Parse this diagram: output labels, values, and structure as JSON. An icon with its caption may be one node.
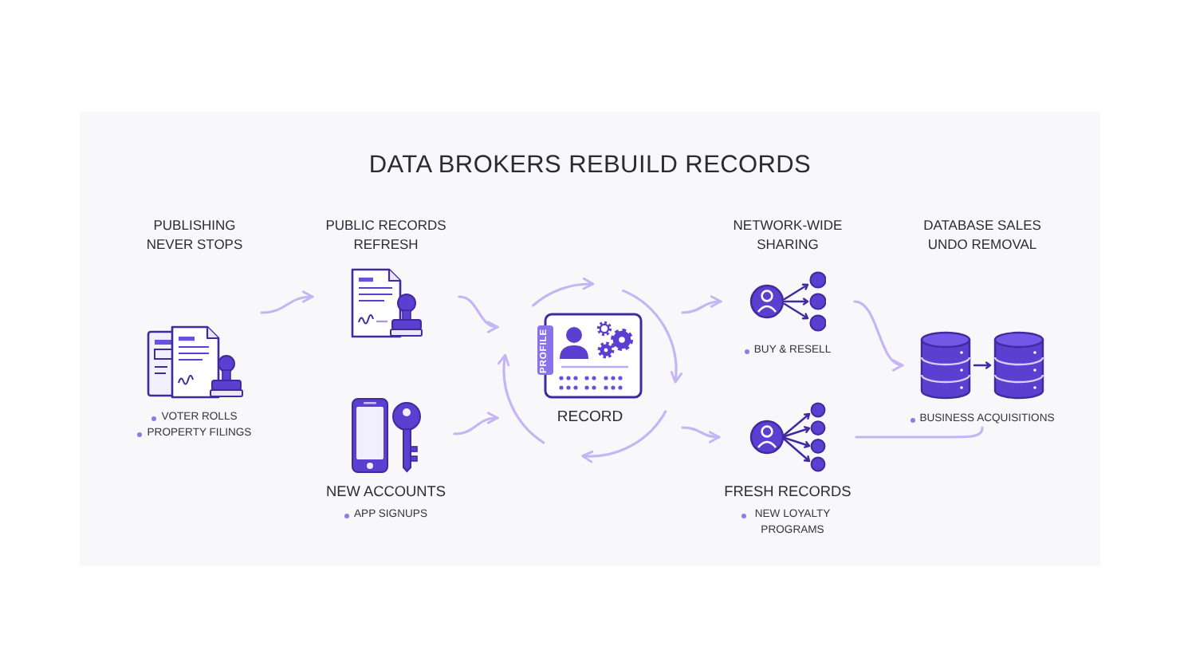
{
  "diagram": {
    "title": "DATA BROKERS REBUILD RECORDS",
    "nodes": [
      {
        "text": [
          "PUBLISHING NEVER STOPS",
          "VOTER ROLLS",
          "PROPERTY FILINGS"
        ]
      },
      {
        "text": [
          "PUBLIC RECORDS REFRESH"
        ]
      },
      {
        "text": [
          "NEW ACCOUNTS",
          "APP SIGNUPS"
        ]
      },
      {
        "text": [
          "PROFILE",
          "RECORD"
        ]
      },
      {
        "text": [
          "NETWORK-WIDE SHARING",
          "BUY & RESELL"
        ]
      },
      {
        "text": [
          "FRESH RECORDS",
          "NEW LOYALTY PROGRAMS"
        ]
      },
      {
        "text": [
          "DATABASE SALES UNDO REMOVAL",
          "BUSINESS ACQUISITIONS"
        ]
      }
    ],
    "edges": [
      {
        "from": 0,
        "to": 1,
        "arrow": "to"
      },
      {
        "from": 1,
        "to": 3,
        "arrow": "to"
      },
      {
        "from": 2,
        "to": 3,
        "arrow": "to"
      },
      {
        "from": 3,
        "to": 4,
        "arrow": "to"
      },
      {
        "from": 3,
        "to": 5,
        "arrow": "to"
      },
      {
        "from": 4,
        "to": 6,
        "arrow": "to"
      },
      {
        "from": 5,
        "to": 6,
        "arrow": "none"
      }
    ]
  }
}
